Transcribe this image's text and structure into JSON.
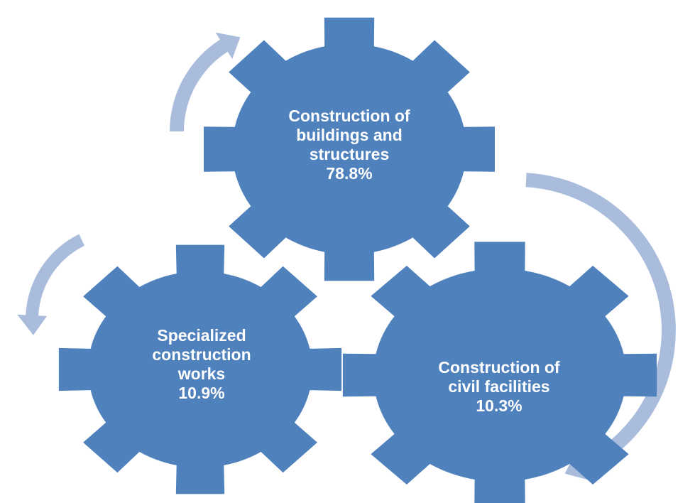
{
  "gears": [
    {
      "id": "buildings",
      "lines": [
        "Construction of",
        "buildings and",
        "structures",
        "78.8%"
      ]
    },
    {
      "id": "specialized",
      "lines": [
        "Specialized",
        "construction",
        "works",
        "10.9%"
      ]
    },
    {
      "id": "civil",
      "lines": [
        "Construction of",
        "civil facilities",
        "10.3%"
      ]
    }
  ],
  "colors": {
    "gear": "#4f81bd",
    "arrow": "#a9bcdc",
    "text": "#ffffff"
  }
}
